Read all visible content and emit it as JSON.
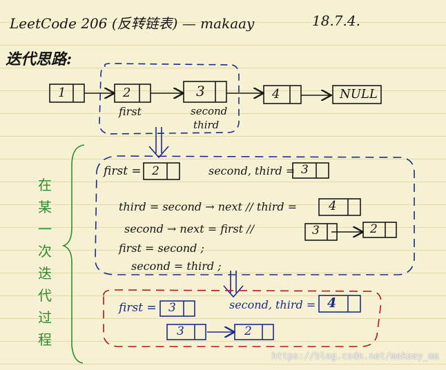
{
  "header": {
    "title": "LeetCode 206 (反转链表) — makaay",
    "date": "18.7.4."
  },
  "section": {
    "title": "迭代思路:"
  },
  "top_diagram": {
    "nodes": [
      "1",
      "2",
      "3",
      "4"
    ],
    "null_label": "NULL",
    "first_label": "first",
    "second_label": "second",
    "third_label": "third"
  },
  "side_note": {
    "text": [
      "在",
      "某",
      "一",
      "次",
      "迭",
      "代",
      "过",
      "程"
    ]
  },
  "blue_block": {
    "first_label": "first =",
    "first_value": "2",
    "st_label": "second, third =",
    "st_value": "3",
    "line1": "third = second → next  //  third =",
    "line1_value": "4",
    "line2": "second → next = first  //",
    "line2_from": "3",
    "line2_to": "2",
    "line3": "first = second ;",
    "line4": "second = third ;"
  },
  "red_block": {
    "first_label": "first =",
    "first_value": "3",
    "st_label": "second, third =",
    "st_value": "4",
    "chain_from": "3",
    "chain_to": "2"
  },
  "watermark": {
    "text": "https://blog.csdn.net/makaay_ma"
  },
  "colors": {
    "paper": "#f7f1d3",
    "ink": "#161616",
    "blue": "#1a2a8c",
    "red": "#b01818",
    "green": "#2e8b2e"
  }
}
